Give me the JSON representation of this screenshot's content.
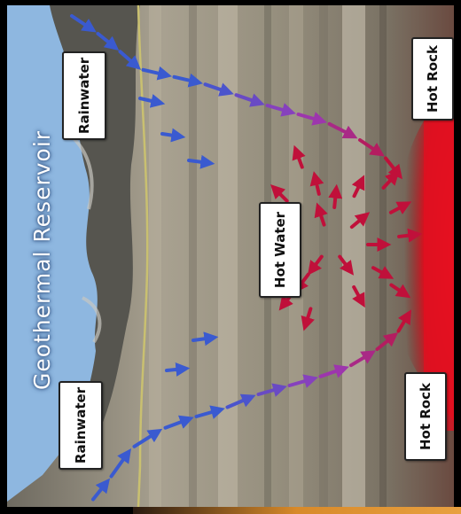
{
  "title": "Geothermal Reservoir",
  "labels": {
    "rainwater_top": "Rainwater",
    "rainwater_bottom": "Rainwater",
    "hot_rock_top": "Hot Rock",
    "hot_rock_bottom": "Hot Rock",
    "hot_water": "Hot Water"
  },
  "colors": {
    "sky": "#8eb7e0",
    "mountains": "#5a5a55",
    "ground": "#9a9383",
    "hot_rock": "#e01020",
    "rain_arrow": "#3a5ad0",
    "transition_arrow": "#9a3ab8",
    "hot_arrow": "#c0103a",
    "title_text": "#ffffff"
  }
}
